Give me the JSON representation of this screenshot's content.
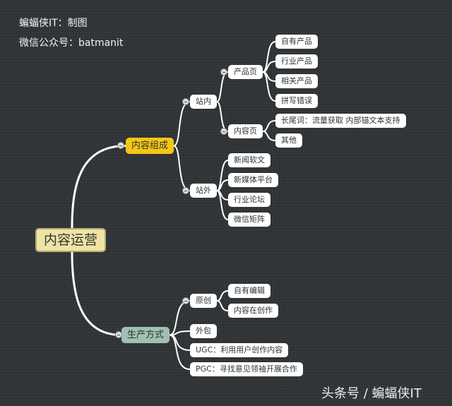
{
  "header": {
    "line1": "蝙蝠侠IT：制图",
    "line2": "微信公众号：batmanit"
  },
  "watermark": "头条号 / 蝙蝠侠IT",
  "colors": {
    "background": "#2f3336",
    "branch_content": "#f6c615",
    "branch_production": "#9fc0b2",
    "root": "#ede4a6"
  },
  "mindmap": {
    "root": "内容运营",
    "content": {
      "label": "内容组成",
      "onsite": {
        "label": "站内",
        "product": {
          "label": "产品页",
          "items": [
            "自有产品",
            "行业产品",
            "相关产品",
            "拼写错误"
          ]
        },
        "contentpage": {
          "label": "内容页",
          "items": [
            "长尾词：流量获取 内部锚文本支持",
            "其他"
          ]
        }
      },
      "offsite": {
        "label": "站外",
        "items": [
          "新闻软文",
          "新媒体平台",
          "行业论坛",
          "微信矩阵"
        ]
      }
    },
    "production": {
      "label": "生产方式",
      "original": {
        "label": "原创",
        "items": [
          "自有编辑",
          "内容在创作"
        ]
      },
      "items": [
        "外包",
        "UGC：利用用户创作内容",
        "PGC：寻找意见领袖开展合作"
      ]
    }
  }
}
